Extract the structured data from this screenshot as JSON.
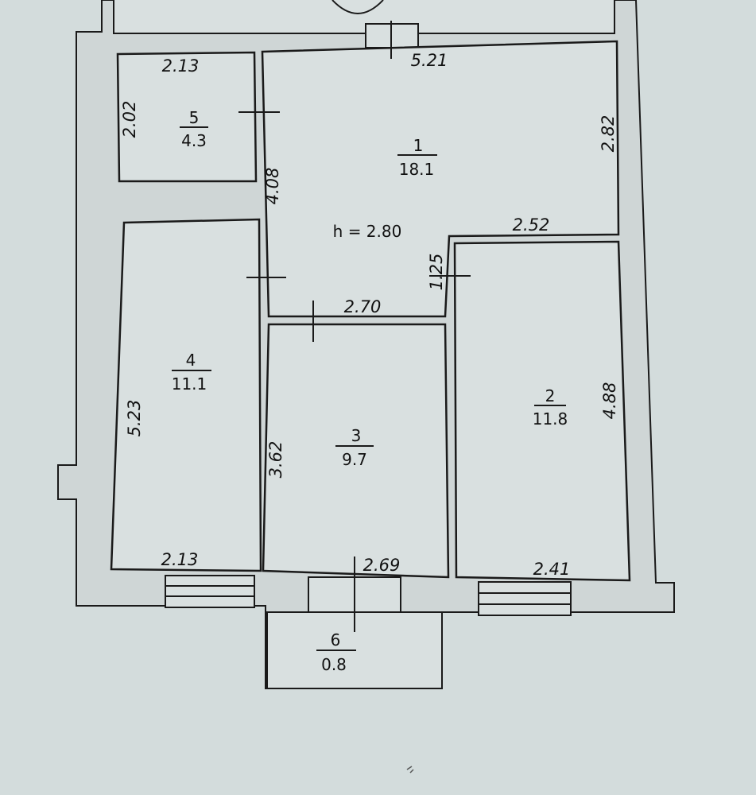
{
  "ceiling_height": "h = 2.80",
  "rooms": [
    {
      "number": "1",
      "area": "18.1"
    },
    {
      "number": "2",
      "area": "11.8"
    },
    {
      "number": "3",
      "area": "9.7"
    },
    {
      "number": "4",
      "area": "11.1"
    },
    {
      "number": "5",
      "area": "4.3"
    },
    {
      "number": "6",
      "area": "0.8"
    }
  ],
  "dimensions": {
    "room1_top": "5.21",
    "room1_right": "2.82",
    "room1_left": "4.08",
    "room1_step_top": "2.52",
    "room1_step_side": "1.25",
    "room1_bottom": "2.70",
    "room5_top": "2.13",
    "room5_left": "2.02",
    "room4_left": "5.23",
    "room4_bottom": "2.13",
    "room3_left": "3.62",
    "room3_bottom": "2.69",
    "room2_right": "4.88",
    "room2_bottom": "2.41"
  },
  "colors": {
    "background": "#d3dcdc",
    "wall_fill": "#cfd6d6",
    "room_fill": "#d9e0e0",
    "line": "#1a1a1a"
  }
}
